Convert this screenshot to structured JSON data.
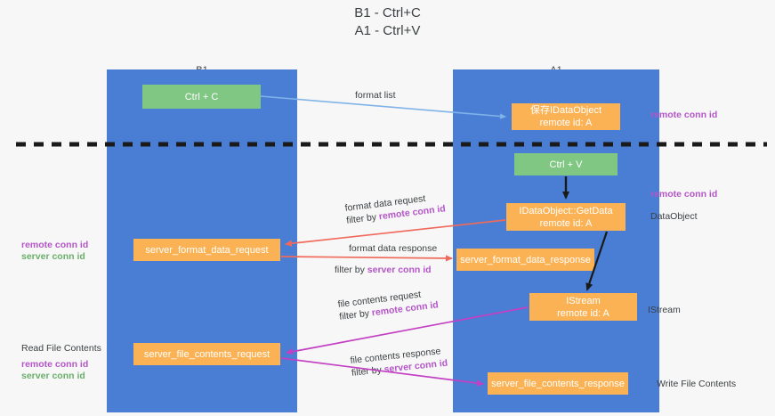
{
  "title": {
    "line1": "B1 - Ctrl+C",
    "line2": "A1 - Ctrl+V"
  },
  "columns": [
    {
      "name": "B1",
      "role": "connection"
    },
    {
      "name": "A1",
      "role": "remote"
    }
  ],
  "colors": {
    "lane": "#4a7ed4",
    "green_node": "#81c784",
    "orange_node": "#fbb254",
    "remote_conn_id": "#b455c8",
    "server_conn_id": "#6aaf6a",
    "arrow_blue": "#7fb3e8",
    "arrow_red": "#ef6a5a",
    "arrow_magenta": "#c33fc3",
    "arrow_black": "#1a1a1a",
    "background": "#f7f7f7"
  },
  "nodes": {
    "ctrl_c": "Ctrl + C",
    "save_idataobject": "保存IDataObject\nremote id: A",
    "ctrl_v": "Ctrl + V",
    "idataobject_getdata": "IDataObject::GetData\nremote id: A",
    "server_format_data_request": "server_format_data_request",
    "server_format_data_response": "server_format_data_response",
    "istream": "IStream\nremote id: A",
    "server_file_contents_request": "server_file_contents_request",
    "server_file_contents_response": "server_file_contents_response"
  },
  "edge_labels": {
    "format_list": "format list",
    "format_data_request": "format data request",
    "format_data_request_filter_prefix": "filter by ",
    "format_data_request_filter_key": "remote conn id",
    "format_data_response": "format data response",
    "format_data_response_filter_prefix": "filter by ",
    "format_data_response_filter_key": "server conn id",
    "file_contents_request": "file contents request",
    "file_contents_request_filter_prefix": "filter by ",
    "file_contents_request_filter_key": "remote conn id",
    "file_contents_response": "file contents response",
    "file_contents_response_filter_prefix": "filter by ",
    "file_contents_response_filter_key": "server conn id"
  },
  "right_annotations": [
    {
      "text": "remote conn id",
      "style": "purple"
    },
    {
      "text": "remote conn id",
      "style": "purple"
    },
    {
      "text": "DataObject",
      "style": "plain"
    },
    {
      "text": "IStream",
      "style": "plain"
    },
    {
      "text": "Write File Contents",
      "style": "plain"
    }
  ],
  "left_annotations": {
    "mid_remote": "remote conn id",
    "mid_server": "server conn id",
    "read_file_contents": "Read File Contents",
    "low_remote": "remote conn id",
    "low_server": "server conn id"
  }
}
